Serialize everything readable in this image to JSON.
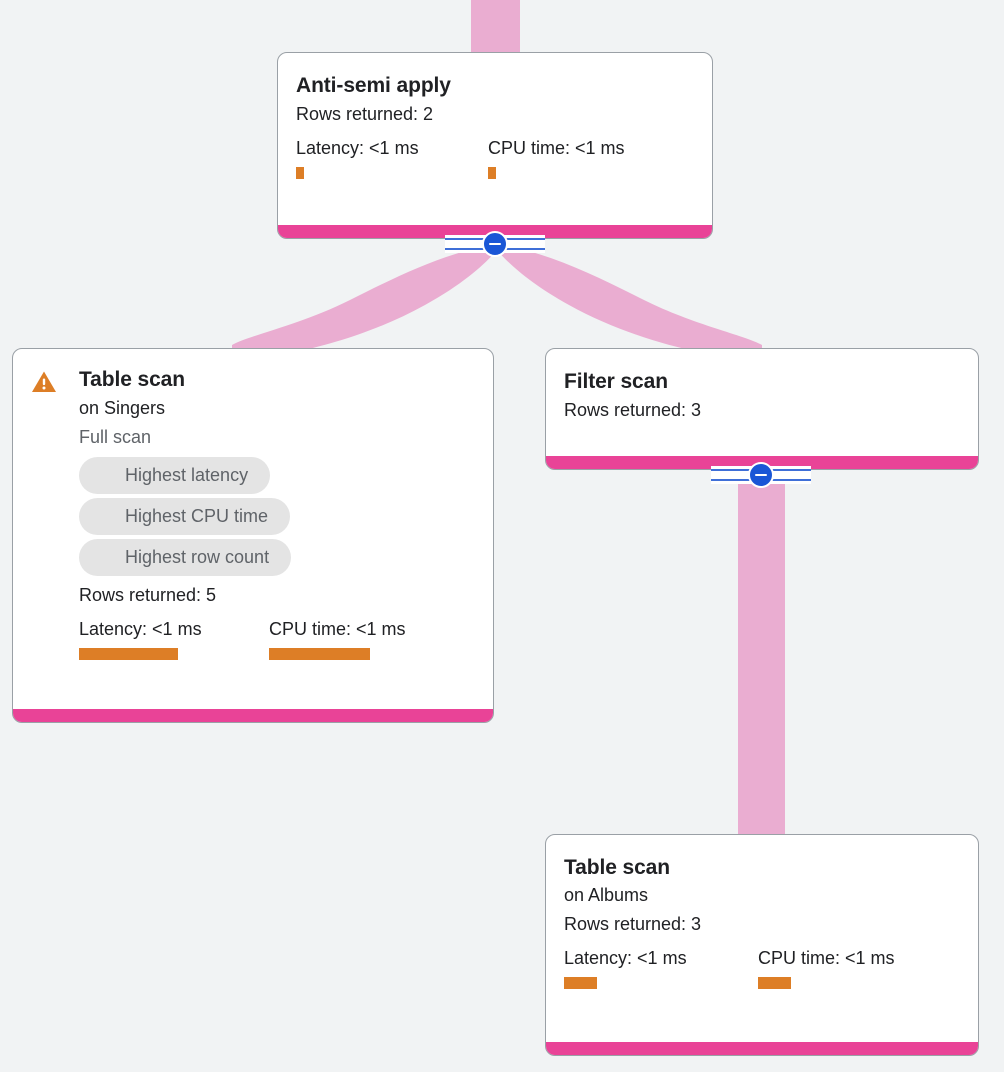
{
  "theme": {
    "background": "#f1f3f4",
    "card_background": "#ffffff",
    "card_border": "#9aa0a6",
    "accent_pink": "#e94397",
    "edge_pink": "#eaadd1",
    "metric_orange": "#dd7e26",
    "chip_background": "#e4e4e4",
    "chip_text": "#5f6368",
    "toggle_blue": "#1a56d6",
    "warning_orange": "#dd7e26"
  },
  "graph": {
    "name": "query-execution-plan",
    "nodes": [
      {
        "id": "anti-semi-apply",
        "title": "Anti-semi apply",
        "rows_returned": "Rows returned: 2",
        "latency_label": "Latency: <1 ms",
        "cpu_label": "CPU time: <1 ms",
        "latency_bar_width": 8,
        "cpu_bar_width": 8
      },
      {
        "id": "table-scan-singers",
        "title": "Table scan",
        "subtitle": "on Singers",
        "scan_type": "Full scan",
        "warning_icon": "warning-triangle-icon",
        "chips": [
          "Highest latency",
          "Highest CPU time",
          "Highest row count"
        ],
        "rows_returned": "Rows returned: 5",
        "latency_label": "Latency: <1 ms",
        "cpu_label": "CPU time: <1 ms",
        "latency_bar_width": 99,
        "cpu_bar_width": 101
      },
      {
        "id": "filter-scan",
        "title": "Filter scan",
        "rows_returned": "Rows returned: 3"
      },
      {
        "id": "table-scan-albums",
        "title": "Table scan",
        "subtitle": "on Albums",
        "rows_returned": "Rows returned: 3",
        "latency_label": "Latency: <1 ms",
        "cpu_label": "CPU time: <1 ms",
        "latency_bar_width": 33,
        "cpu_bar_width": 33
      }
    ],
    "toggles": [
      {
        "id": "collapse-anti-semi-apply",
        "state": "expanded",
        "icon": "minus-circle-icon"
      },
      {
        "id": "collapse-filter-scan",
        "state": "expanded",
        "icon": "minus-circle-icon"
      }
    ]
  }
}
